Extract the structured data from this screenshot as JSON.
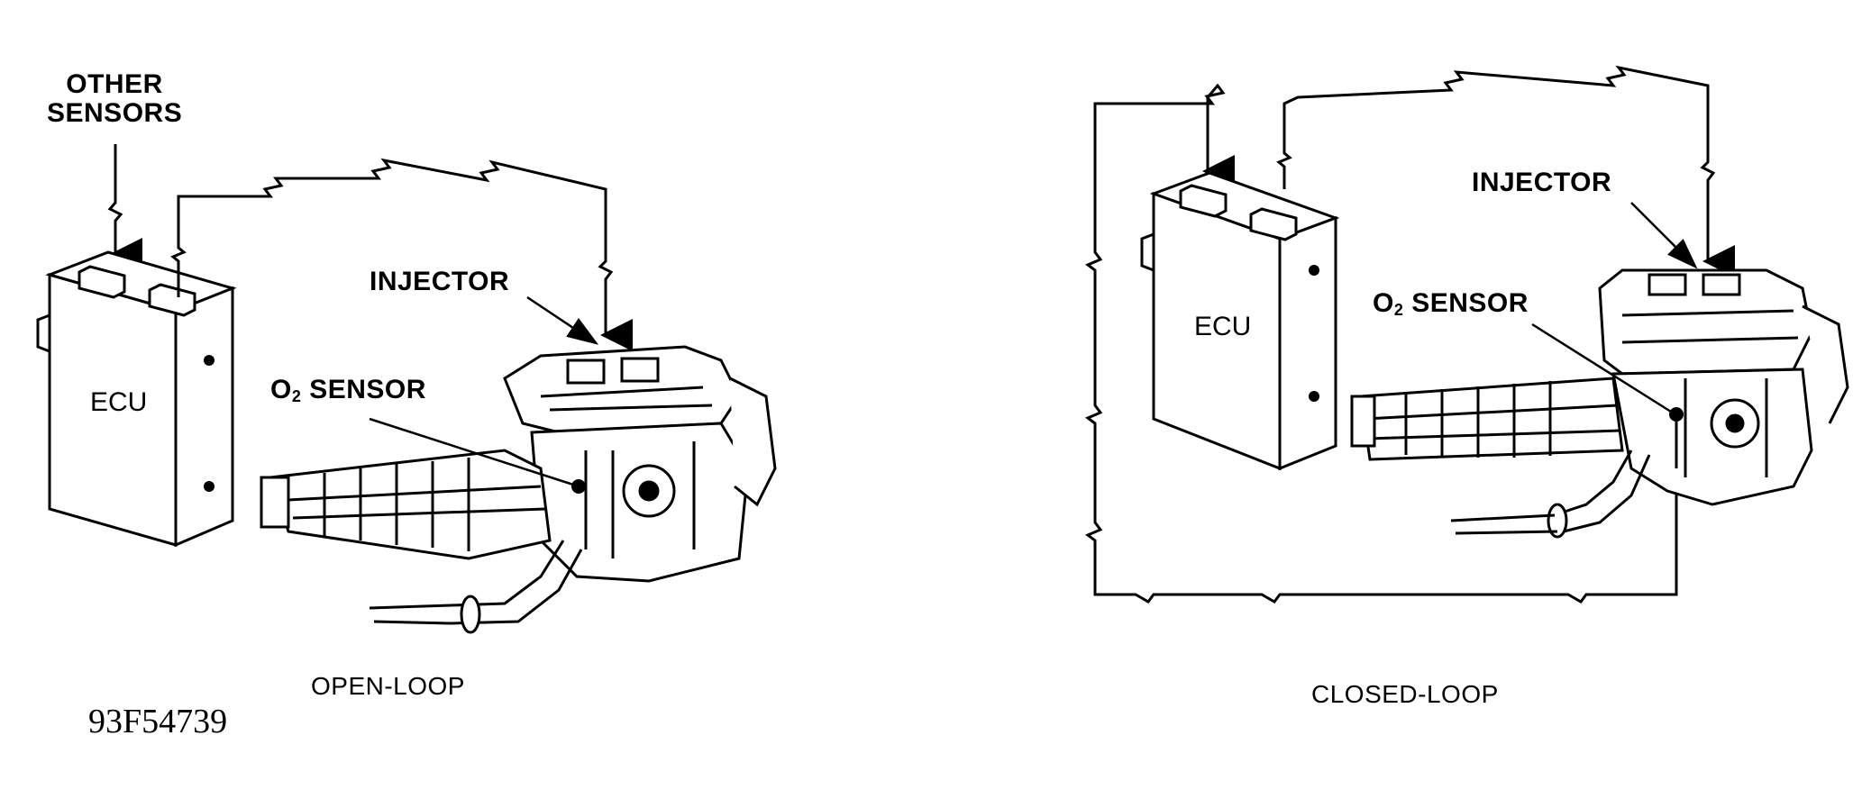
{
  "open_loop": {
    "other_sensors_line1": "OTHER",
    "other_sensors_line2": "SENSORS",
    "ecu": "ECU",
    "injector": "INJECTOR",
    "o2_prefix": "O",
    "o2_sub": "2",
    "o2_suffix": " SENSOR",
    "caption": "OPEN-LOOP"
  },
  "closed_loop": {
    "ecu": "ECU",
    "injector": "INJECTOR",
    "o2_prefix": "O",
    "o2_sub": "2",
    "o2_suffix": " SENSOR",
    "caption": "CLOSED-LOOP"
  },
  "figure_code": "93F54739"
}
